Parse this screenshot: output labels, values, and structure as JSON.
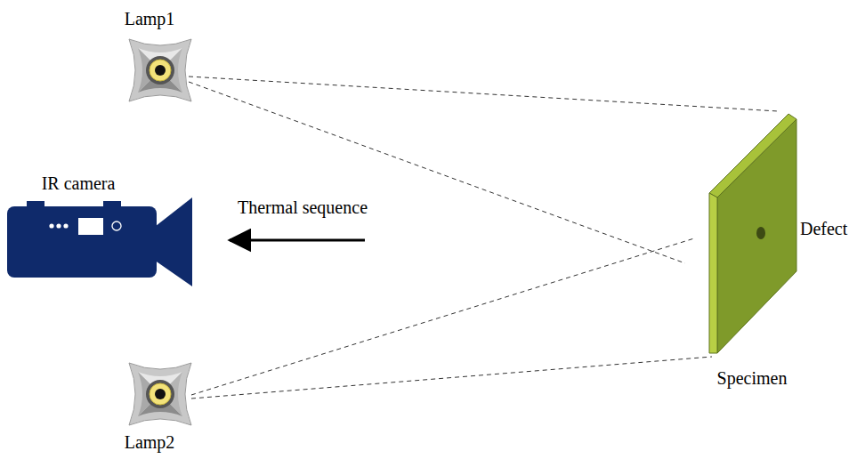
{
  "diagram": {
    "labels": [
      "Lamp1",
      "IR camera",
      "Thermal sequence",
      "Defect",
      "Specimen",
      "Lamp2"
    ]
  }
}
